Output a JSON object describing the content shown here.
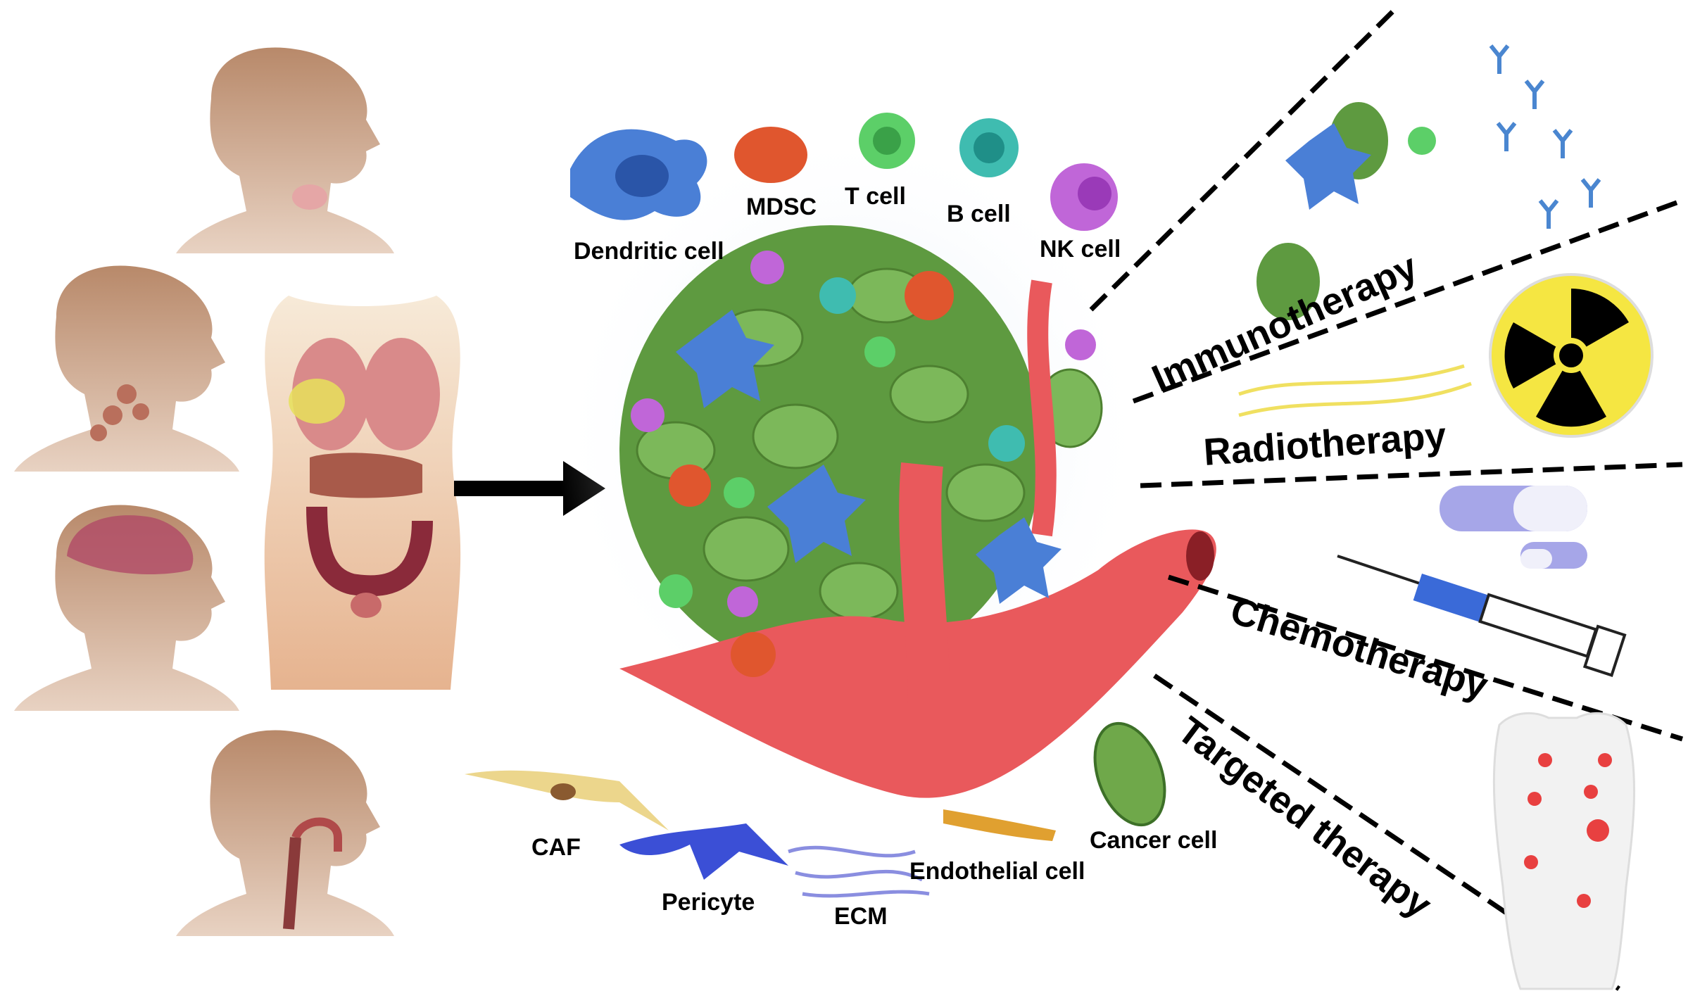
{
  "cell_labels": {
    "dendritic_cell": "Dendritic cell",
    "mdsc": "MDSC",
    "t_cell": "T cell",
    "b_cell": "B cell",
    "nk_cell": "NK cell",
    "caf": "CAF",
    "pericyte": "Pericyte",
    "ecm": "ECM",
    "endothelial_cell": "Endothelial cell",
    "cancer_cell": "Cancer cell"
  },
  "therapies": {
    "immunotherapy": "Immunotherapy",
    "radiotherapy": "Radiotherapy",
    "chemotherapy": "Chemotherapy",
    "targeted_therapy": "Targeted therapy"
  },
  "colors": {
    "cancer_green": "#6fa84a",
    "vessel_red": "#e9595c",
    "dendritic_blue": "#4a7fd6",
    "mdsc_red": "#e0562e",
    "t_cell_green": "#5ccf68",
    "b_cell_teal": "#3fbcb0",
    "nk_purple": "#c066d8",
    "caf_yellow": "#ecd68c",
    "skin": "#b48a6a",
    "radiation_yellow": "#f5e642"
  },
  "icons": [
    "head-thyroid-icon",
    "head-lymph-icon",
    "head-brain-icon",
    "head-throat-icon",
    "torso-organs-icon",
    "arrow-right-icon",
    "radiation-symbol-icon",
    "pill-icon",
    "syringe-icon",
    "antibody-icon",
    "body-silhouette-icon"
  ]
}
